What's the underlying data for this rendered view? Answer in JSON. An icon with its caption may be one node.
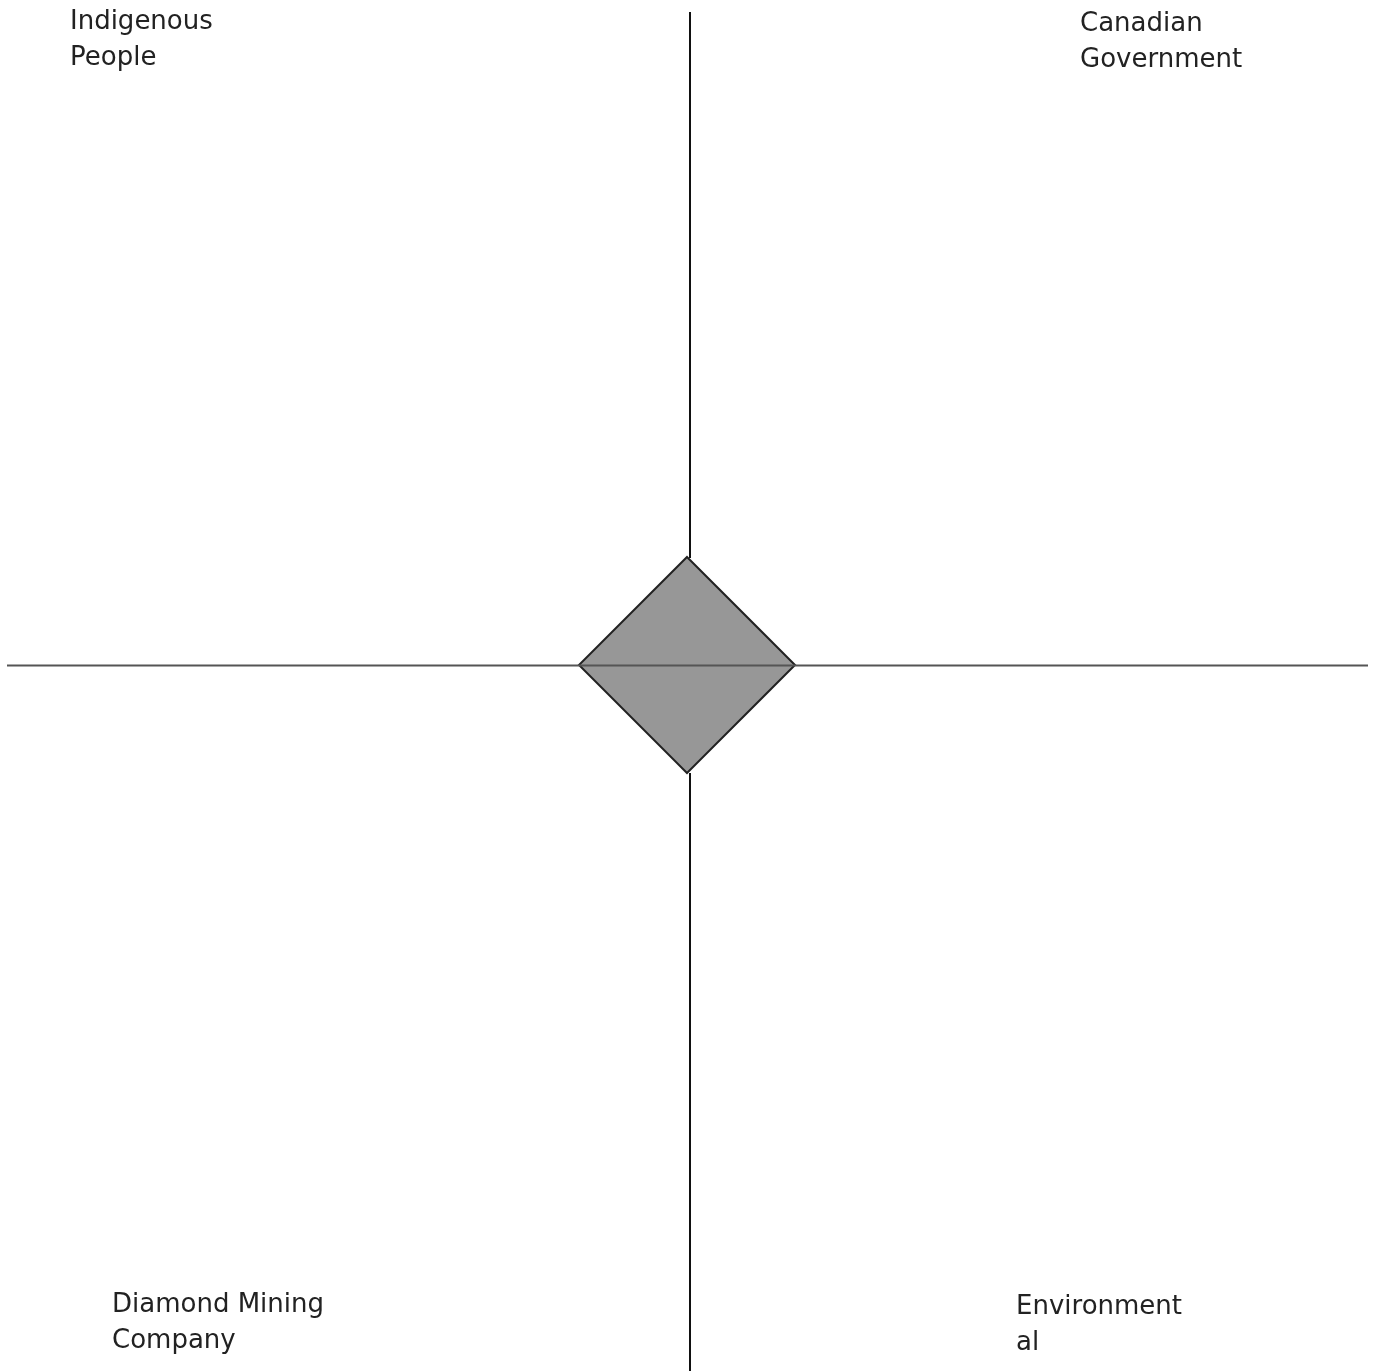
{
  "diagram": {
    "nodes": [
      {
        "text": [],
        "shape": "diamond"
      }
    ],
    "labels": [
      "Indigenous People",
      "Canadian Government",
      "Diamond Mining Company",
      "Environmental"
    ]
  }
}
